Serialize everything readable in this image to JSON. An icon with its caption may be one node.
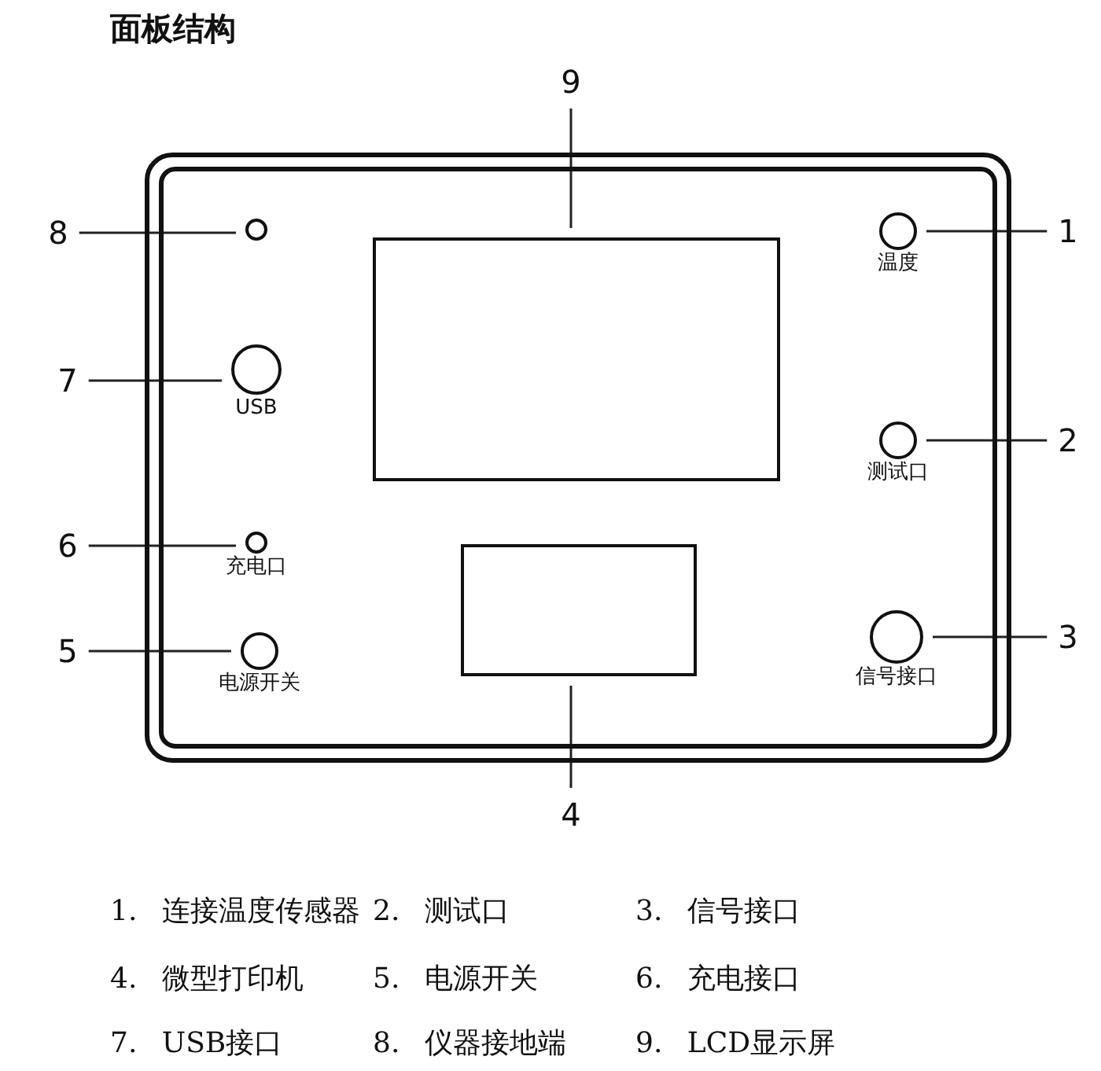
{
  "diagram": {
    "title": "面板结构",
    "nodes": [
      {
        "text": [],
        "shape": "box"
      },
      {
        "text": [
          "9"
        ]
      },
      {
        "text": [],
        "shape": "box",
        "in": 0
      },
      {
        "text": [
          "8"
        ]
      },
      {
        "text": [],
        "shape": "circle",
        "in": 0
      },
      {
        "text": [],
        "shape": "circle",
        "beside": [
          "温度"
        ],
        "in": 0
      },
      {
        "text": [
          "1"
        ]
      },
      {
        "text": [
          "7"
        ]
      },
      {
        "text": [],
        "shape": "circle",
        "beside": [
          "USB"
        ],
        "in": 0
      },
      {
        "text": [],
        "shape": "circle",
        "beside": [
          "测试口"
        ],
        "in": 0
      },
      {
        "text": [
          "2"
        ]
      },
      {
        "text": [
          "6"
        ]
      },
      {
        "text": [],
        "shape": "circle",
        "beside": [
          "充电口"
        ],
        "in": 0
      },
      {
        "text": [],
        "shape": "box",
        "in": 0
      },
      {
        "text": [
          "5"
        ]
      },
      {
        "text": [],
        "shape": "circle",
        "beside": [
          "电源开关"
        ],
        "in": 0
      },
      {
        "text": [],
        "shape": "circle",
        "beside": [
          "信号接口"
        ],
        "in": 0
      },
      {
        "text": [
          "3"
        ]
      },
      {
        "text": [
          "4"
        ]
      }
    ],
    "edges": [
      {
        "from": 1,
        "to": 2,
        "arrow": "none"
      },
      {
        "from": 3,
        "to": 4,
        "arrow": "none"
      },
      {
        "from": 6,
        "to": 5,
        "arrow": "none"
      },
      {
        "from": 7,
        "to": 8,
        "arrow": "none"
      },
      {
        "from": 10,
        "to": 9,
        "arrow": "none"
      },
      {
        "from": 11,
        "to": 12,
        "arrow": "none"
      },
      {
        "from": 14,
        "to": 15,
        "arrow": "none"
      },
      {
        "from": 17,
        "to": 16,
        "arrow": "none"
      },
      {
        "from": 18,
        "to": 13,
        "arrow": "none"
      }
    ],
    "labels": [
      "1. 连接温度传感器",
      "2. 测试口",
      "3. 信号接口",
      "4. 微型打印机",
      "5. 电源开关",
      "6. 充电接口",
      "7. USB接口",
      "8. 仪器接地端",
      "9. LCD显示屏"
    ]
  }
}
